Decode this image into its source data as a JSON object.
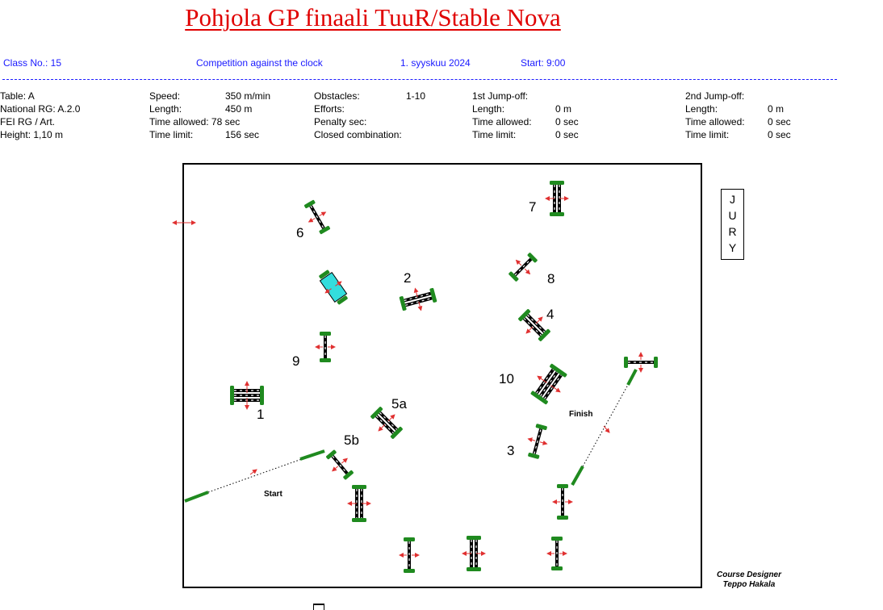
{
  "title": "Pohjola GP finaali TuuR/Stable Nova",
  "info_line": {
    "class_no": "Class No.: 15",
    "competition": "Competition against the clock",
    "date": "1. syyskuu 2024",
    "start": "Start: 9:00"
  },
  "details": {
    "col1": [
      "Table: A",
      "National RG: A.2.0",
      "FEI RG / Art.",
      "Height: 1,10 m"
    ],
    "col2_labels": [
      "Speed:",
      "Length:",
      "Time allowed: 78 sec",
      "Time limit:"
    ],
    "col2_values": [
      "350 m/min",
      "450 m",
      "",
      "156 sec"
    ],
    "col3_labels": [
      "Obstacles:",
      "Efforts:",
      "Penalty sec:",
      "Closed combination:"
    ],
    "col3_values": [
      "1-10",
      "",
      "",
      ""
    ],
    "jumpoff1_labels": [
      "1st Jump-off:",
      "Length:",
      "Time allowed:",
      "Time limit:"
    ],
    "jumpoff1_values": [
      "",
      "0 m",
      "0 sec",
      "0 sec"
    ],
    "jumpoff2_labels": [
      "2nd Jump-off:",
      "Length:",
      "Time allowed:",
      "Time limit:"
    ],
    "jumpoff2_values": [
      "",
      "0 m",
      "0 sec",
      "0 sec"
    ]
  },
  "jury_letters": [
    "J",
    "U",
    "R",
    "Y"
  ],
  "designer": {
    "role": "Course Designer",
    "name": "Teppo Hakala"
  },
  "course": {
    "start_label": "Start",
    "finish_label": "Finish",
    "obstacle_labels": [
      "1",
      "2",
      "3",
      "4",
      "5a",
      "5b",
      "6",
      "7",
      "8",
      "9",
      "10"
    ]
  },
  "colors": {
    "title": "#e00000",
    "info": "#1a1aff",
    "wing": "#1f8a1f",
    "arrow": "#e03030",
    "water": "#33dddd"
  }
}
